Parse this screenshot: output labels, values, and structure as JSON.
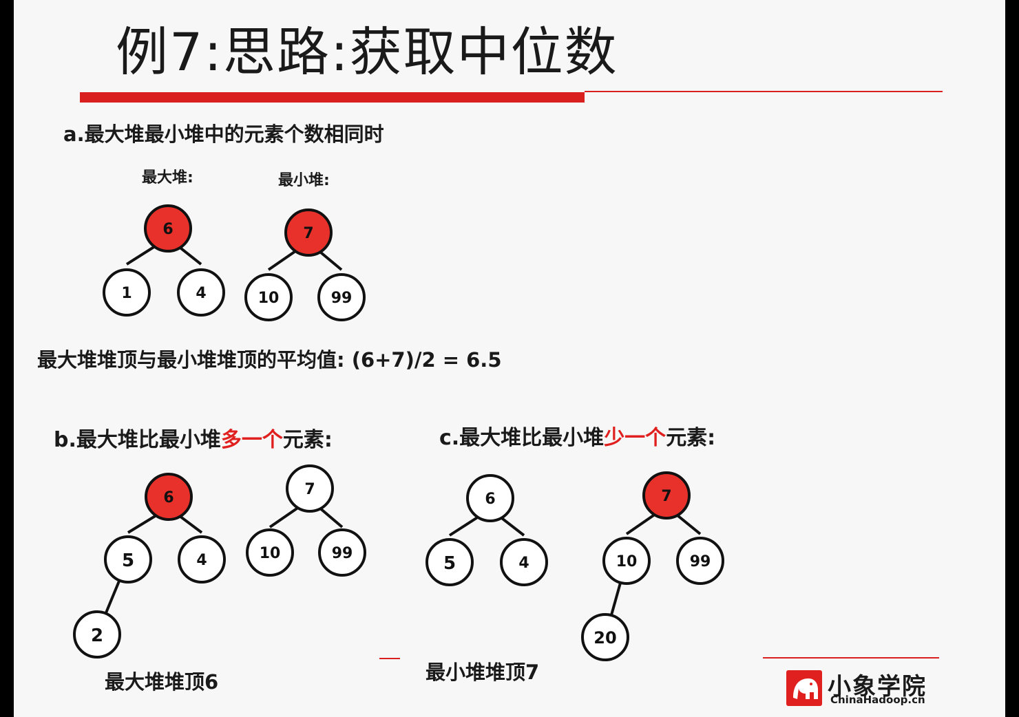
{
  "title": "例7:思路:获取中位数",
  "colors": {
    "accent": "#d9201f",
    "node_highlight": "#e8312b",
    "node_fill": "#ffffff",
    "stroke": "#111111"
  },
  "section_a": {
    "heading": "a.最大堆最小堆中的元素个数相同时",
    "max_label": "最大堆:",
    "min_label": "最小堆:",
    "formula": "最大堆堆顶与最小堆堆顶的平均值: (6+7)/2 = 6.5"
  },
  "section_b": {
    "heading_prefix": "b.最大堆比最小堆",
    "heading_red": "多一个",
    "heading_suffix": "元素:",
    "caption": "最大堆堆顶6"
  },
  "section_c": {
    "heading_prefix": "c.最大堆比最小堆",
    "heading_red": "少一个",
    "heading_suffix": "元素:",
    "caption": "最小堆堆顶7"
  },
  "logo": {
    "cn": "小象学院",
    "en": "ChinaHadoop.cn"
  },
  "trees": [
    {
      "id": "a-max",
      "highlight": "6"
    },
    {
      "id": "a-min",
      "highlight": "7"
    },
    {
      "id": "b-max",
      "highlight": "6"
    },
    {
      "id": "b-min",
      "highlight": ""
    },
    {
      "id": "c-max",
      "highlight": ""
    },
    {
      "id": "c-min",
      "highlight": "7"
    }
  ]
}
